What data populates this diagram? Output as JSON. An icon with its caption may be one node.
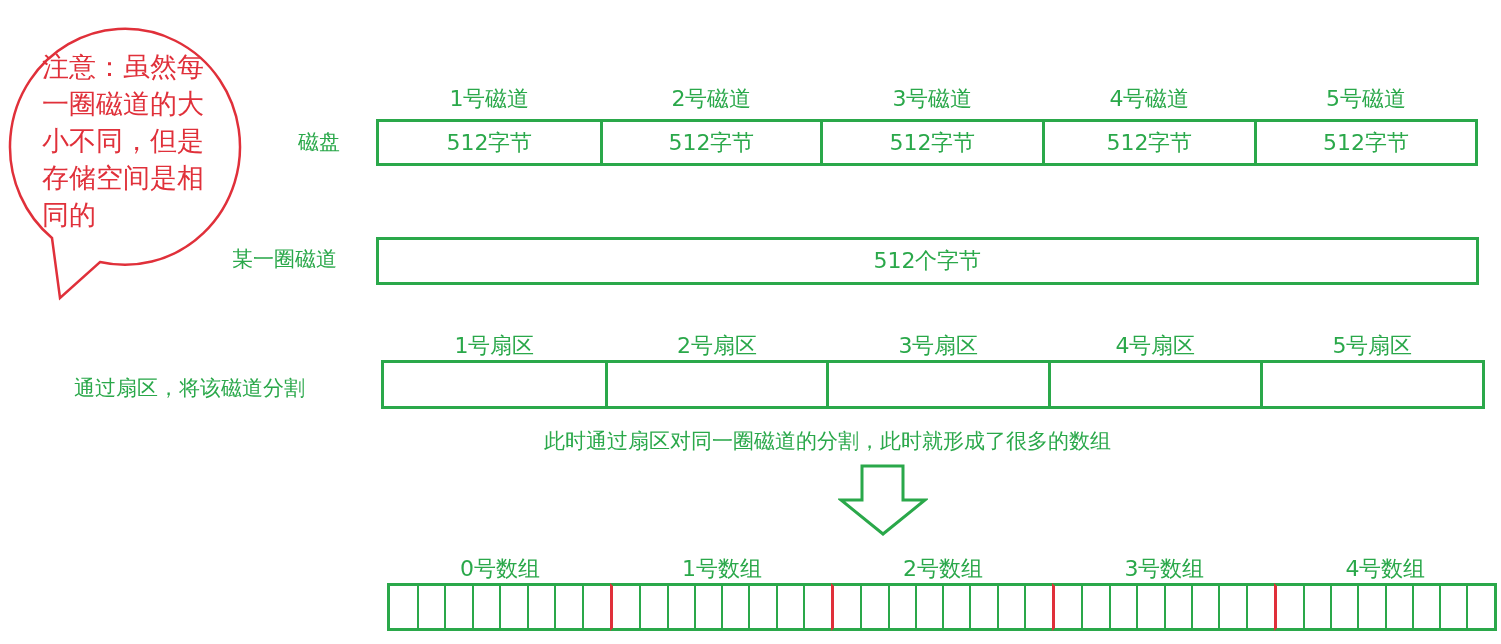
{
  "diagram": {
    "nodes": [
      {
        "text": [
          "注意：虽然每一圈磁道的大小不同，但是存储空间是相同的"
        ]
      },
      {
        "text": [
          "1号磁道",
          "512字节"
        ]
      },
      {
        "text": [
          "2号磁道",
          "512字节"
        ]
      },
      {
        "text": [
          "3号磁道",
          "512字节"
        ]
      },
      {
        "text": [
          "4号磁道",
          "512字节"
        ]
      },
      {
        "text": [
          "5号磁道",
          "512字节"
        ]
      },
      {
        "text": [
          "512个字节"
        ]
      },
      {
        "text": [
          "1号扇区"
        ]
      },
      {
        "text": [
          "2号扇区"
        ]
      },
      {
        "text": [
          "3号扇区"
        ]
      },
      {
        "text": [
          "4号扇区"
        ]
      },
      {
        "text": [
          "5号扇区"
        ]
      },
      {
        "text": [
          "0号数组"
        ]
      },
      {
        "text": [
          "1号数组"
        ]
      },
      {
        "text": [
          "2号数组"
        ]
      },
      {
        "text": [
          "3号数组"
        ]
      },
      {
        "text": [
          "4号数组"
        ]
      }
    ],
    "labels": [
      "磁盘",
      "某一圈磁道",
      "通过扇区，将该磁道分割",
      "此时通过扇区对同一圈磁道的分割，此时就形成了很多的数组"
    ]
  }
}
